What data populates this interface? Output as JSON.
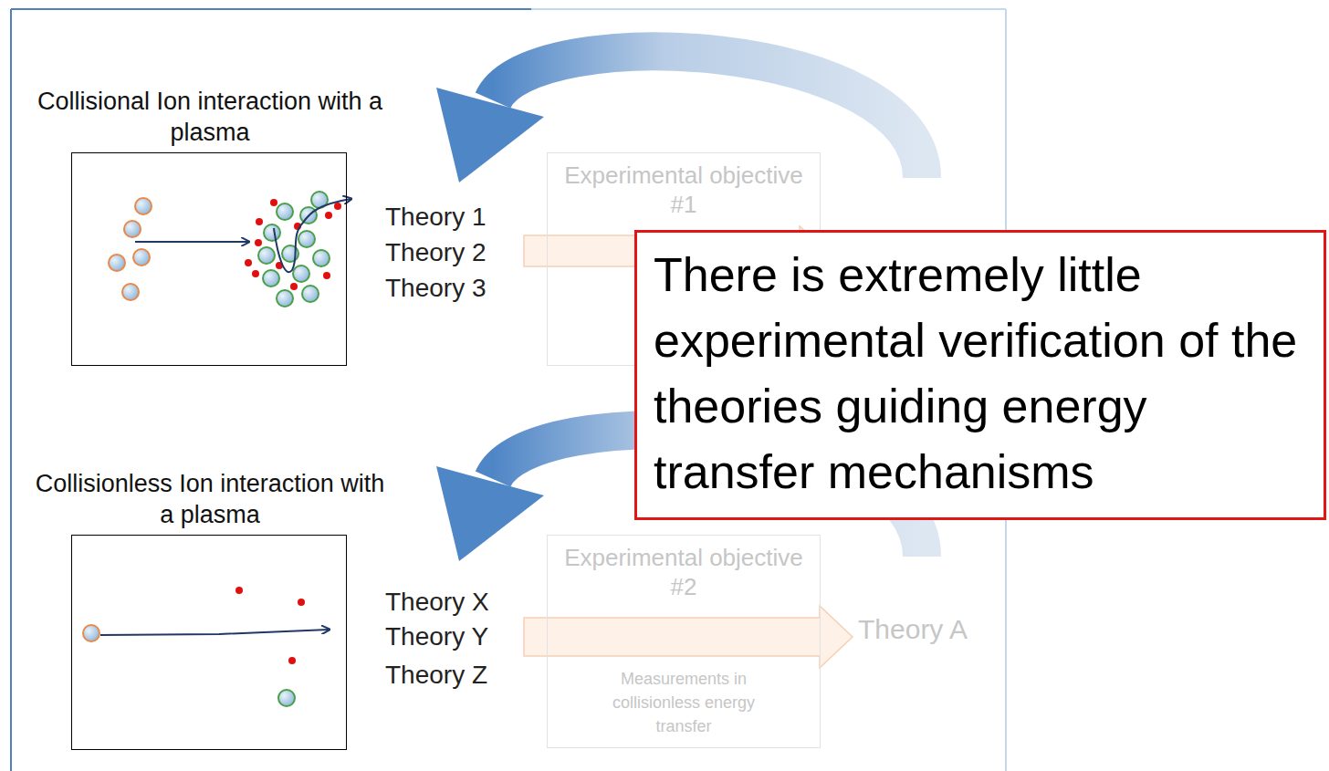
{
  "diagram": {
    "nodes": [
      {
        "text": [
          "Collisional Ion interaction with a plasma"
        ]
      },
      {
        "text": [
          "Experimental objective #1"
        ]
      },
      {
        "text": [
          "There is extremely little experimental verification of the theories guiding energy transfer mechanisms"
        ]
      },
      {
        "text": [
          "Collisionless Ion interaction with a plasma"
        ]
      },
      {
        "text": [
          "Experimental objective #2",
          "Measurements in collisionless energy transfer"
        ]
      }
    ],
    "labels": [
      "Theory 1",
      "Theory 2",
      "Theory 3",
      "Theory X",
      "Theory Y",
      "Theory Z",
      "Theory A"
    ]
  }
}
